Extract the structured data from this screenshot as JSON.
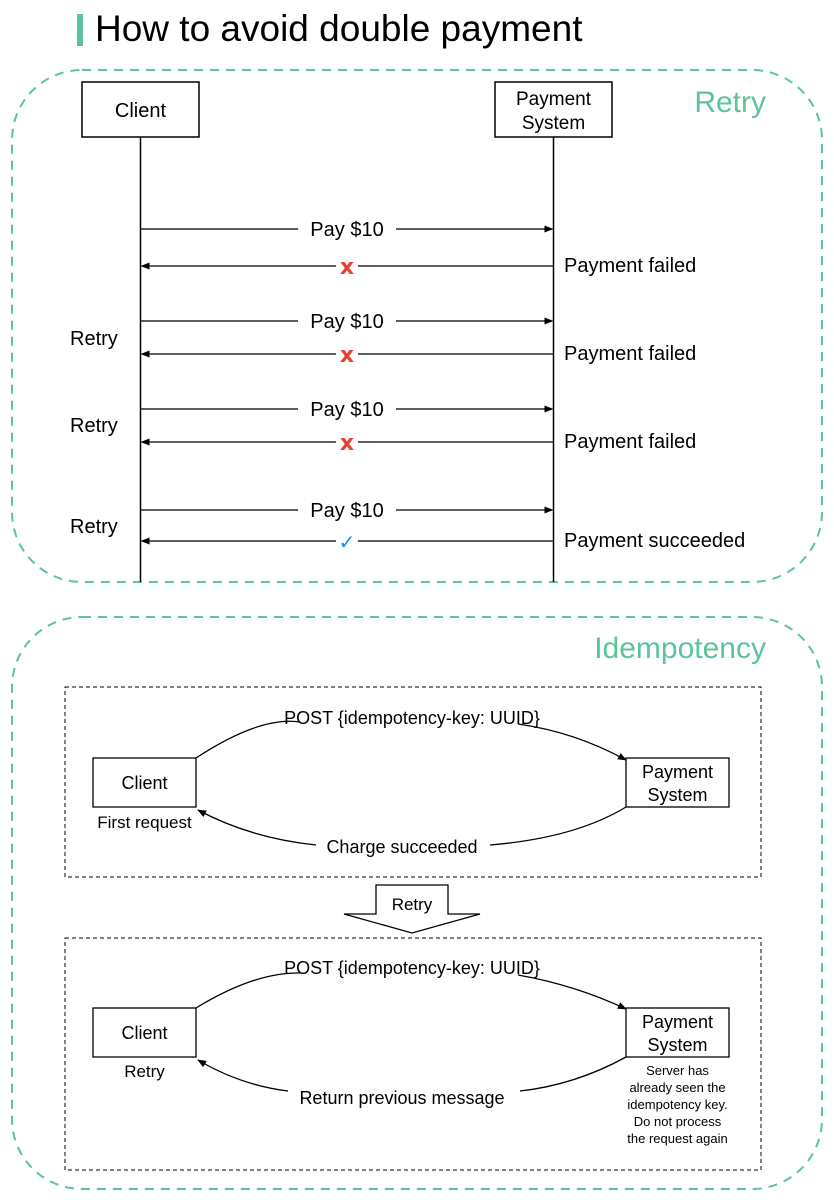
{
  "title": "How to avoid double payment",
  "colors": {
    "accent": "#5cc49a",
    "fail": "#e8412e",
    "success": "#1e8fe0"
  },
  "retry_section": {
    "label": "Retry",
    "client_label": "Client",
    "payment_label_line1": "Payment",
    "payment_label_line2": "System",
    "attempts": [
      {
        "request": "Pay $10",
        "response": "Payment failed",
        "result_icon": "cross-icon",
        "result_glyph": "x",
        "side_label": ""
      },
      {
        "request": "Pay $10",
        "response": "Payment failed",
        "result_icon": "cross-icon",
        "result_glyph": "x",
        "side_label": "Retry"
      },
      {
        "request": "Pay $10",
        "response": "Payment failed",
        "result_icon": "cross-icon",
        "result_glyph": "x",
        "side_label": "Retry"
      },
      {
        "request": "Pay $10",
        "response": "Payment succeeded",
        "result_icon": "check-icon",
        "result_glyph": "✓",
        "side_label": "Retry"
      }
    ]
  },
  "idempotency_section": {
    "label": "Idempotency",
    "first_panel": {
      "request": "POST {idempotency-key: UUID}",
      "response": "Charge succeeded",
      "client_label": "Client",
      "client_note": "First request",
      "payment_label_line1": "Payment",
      "payment_label_line2": "System"
    },
    "transition_label": "Retry",
    "second_panel": {
      "request": "POST {idempotency-key: UUID}",
      "response": "Return previous message",
      "client_label": "Client",
      "client_note": "Retry",
      "payment_label_line1": "Payment",
      "payment_label_line2": "System",
      "server_note": [
        "Server has",
        "already seen the",
        "idempotency key.",
        "Do not process",
        "the request again"
      ]
    }
  }
}
